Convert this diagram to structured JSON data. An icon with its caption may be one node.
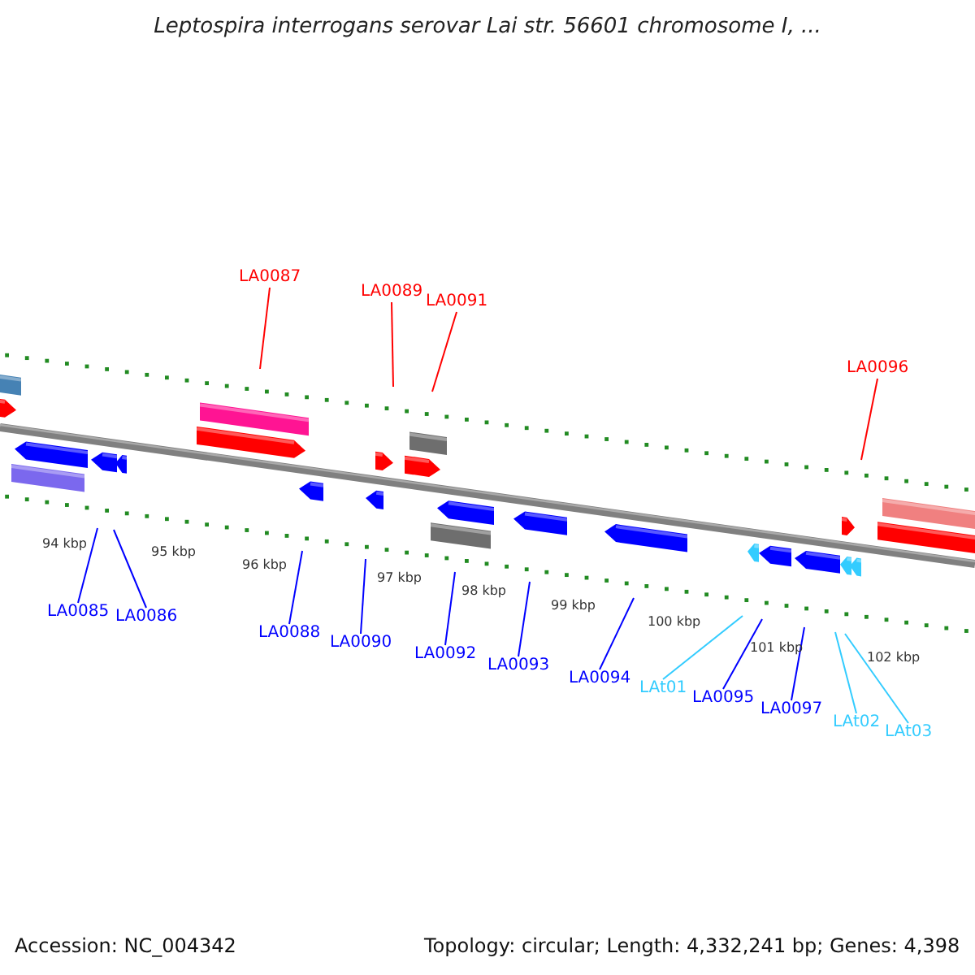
{
  "diagram": {
    "title": "Leptospira interrogans serovar Lai str. 56601 chromosome I, ...",
    "nodes": [
      {
        "text": [
          "LA0087"
        ]
      },
      {
        "text": [
          "LA0089"
        ]
      },
      {
        "text": [
          "LA0091"
        ]
      },
      {
        "text": [
          "LA0096"
        ]
      },
      {
        "text": [
          "LA0085"
        ]
      },
      {
        "text": [
          "LA0086"
        ]
      },
      {
        "text": [
          "LA0088"
        ]
      },
      {
        "text": [
          "LA0090"
        ]
      },
      {
        "text": [
          "LA0092"
        ]
      },
      {
        "text": [
          "LA0093"
        ]
      },
      {
        "text": [
          "LA0094"
        ]
      },
      {
        "text": [
          "LAt01"
        ]
      },
      {
        "text": [
          "LA0095"
        ]
      },
      {
        "text": [
          "LA0097"
        ]
      },
      {
        "text": [
          "LAt02"
        ]
      },
      {
        "text": [
          "LAt03"
        ]
      }
    ],
    "edges": [
      {
        "from": 0,
        "to": null,
        "arrow": "none",
        "color": "#ff0000"
      },
      {
        "from": 1,
        "to": null,
        "arrow": "none",
        "color": "#ff0000"
      },
      {
        "from": 2,
        "to": null,
        "arrow": "none",
        "color": "#ff0000"
      },
      {
        "from": 3,
        "to": null,
        "arrow": "none",
        "color": "#ff0000"
      },
      {
        "from": 4,
        "to": null,
        "arrow": "none"
      },
      {
        "from": 5,
        "to": null,
        "arrow": "none"
      },
      {
        "from": 6,
        "to": null,
        "arrow": "none"
      },
      {
        "from": 7,
        "to": null,
        "arrow": "none"
      },
      {
        "from": 8,
        "to": null,
        "arrow": "none"
      },
      {
        "from": 9,
        "to": null,
        "arrow": "none"
      },
      {
        "from": 10,
        "to": null,
        "arrow": "none"
      },
      {
        "from": 11,
        "to": null,
        "arrow": "none",
        "color": "#33ccff"
      },
      {
        "from": 12,
        "to": null,
        "arrow": "none"
      },
      {
        "from": 13,
        "to": null,
        "arrow": "none"
      },
      {
        "from": 14,
        "to": null,
        "arrow": "none",
        "color": "#33ccff"
      },
      {
        "from": 15,
        "to": null,
        "arrow": "none",
        "color": "#33ccff"
      }
    ],
    "labels": [
      "94 kbp",
      "95 kbp",
      "96 kbp",
      "97 kbp",
      "98 kbp",
      "99 kbp",
      "100 kbp",
      "101 kbp",
      "102 kbp",
      "Accession: NC_004342",
      "Topology: circular; Length: 4,332,241 bp; Genes: 4,398"
    ]
  }
}
